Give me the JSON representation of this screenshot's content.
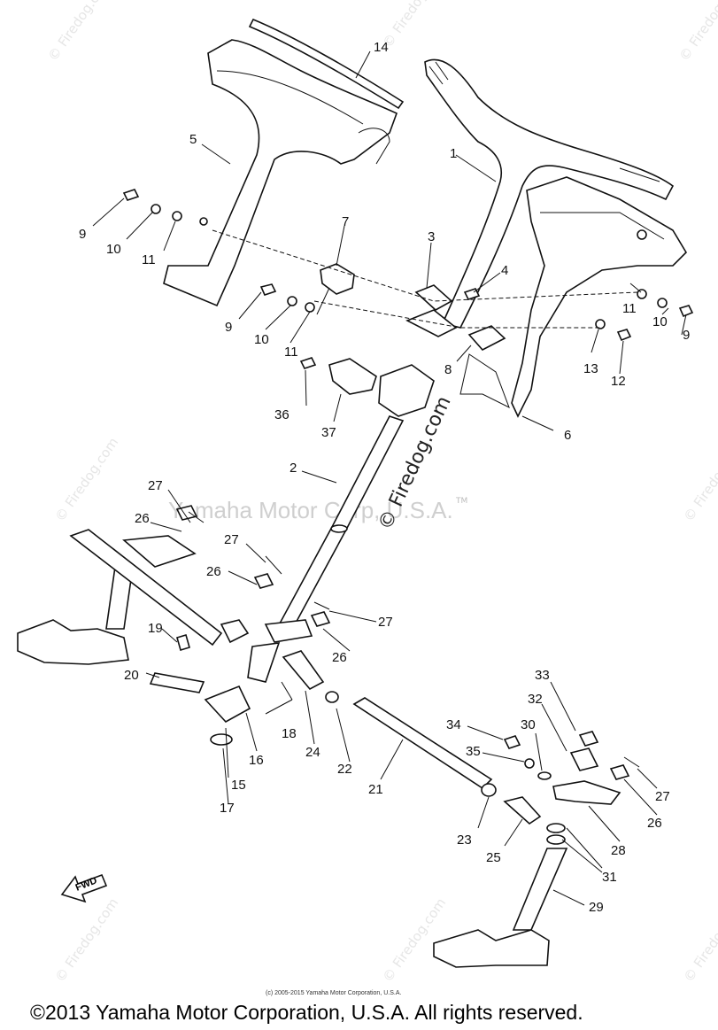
{
  "part_numbers": [
    "1",
    "2",
    "3",
    "4",
    "5",
    "6",
    "7",
    "8",
    "9",
    "10",
    "11",
    "12",
    "13",
    "14",
    "15",
    "16",
    "17",
    "18",
    "19",
    "20",
    "21",
    "22",
    "23",
    "24",
    "25",
    "26",
    "27",
    "28",
    "29",
    "30",
    "31",
    "32",
    "33",
    "34",
    "35",
    "36",
    "37"
  ],
  "labels": {
    "l14": "14",
    "l5": "5",
    "l1": "1",
    "l9a": "9",
    "l10a": "10",
    "l11a": "11",
    "l7": "7",
    "l3": "3",
    "l4": "4",
    "l9b": "9",
    "l10b": "10",
    "l11b": "11",
    "l11c": "11",
    "l10c": "10",
    "l9c": "9",
    "l13": "13",
    "l12": "12",
    "l8": "8",
    "l36": "36",
    "l37": "37",
    "l6": "6",
    "l2": "2",
    "l27a": "27",
    "l26a": "26",
    "l27b": "27",
    "l26b": "26",
    "l27c": "27",
    "l26c": "26",
    "l19": "19",
    "l20": "20",
    "l18": "18",
    "l24": "24",
    "l16": "16",
    "l22": "22",
    "l15": "15",
    "l17": "17",
    "l21": "21",
    "l33": "33",
    "l32": "32",
    "l34": "34",
    "l30": "30",
    "l35": "35",
    "l27d": "27",
    "l26d": "26",
    "l28": "28",
    "l23": "23",
    "l25": "25",
    "l31": "31",
    "l29": "29"
  },
  "watermarks": {
    "firedog": "© Firedog.com",
    "yamaha": "Yamaha Motor Corp, U.S.A.",
    "tm": "TM",
    "fwd": "FWD"
  },
  "footer": {
    "small_copyright": "(c) 2005-2015 Yamaha Motor Corporation, U.S.A.",
    "copyright": "©2013 Yamaha Motor Corporation, U.S.A. All rights reserved."
  }
}
